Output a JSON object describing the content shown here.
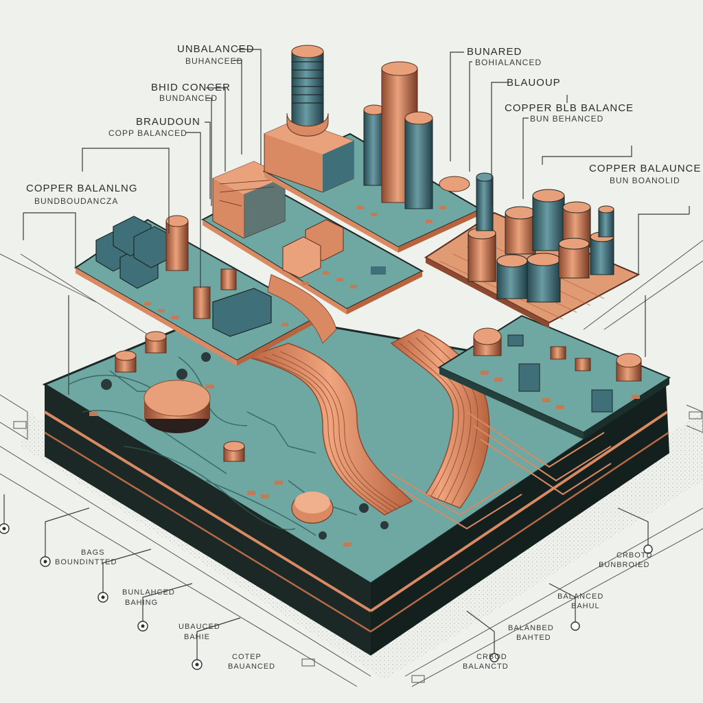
{
  "diagram": {
    "background_color": "#eef1ec",
    "colors": {
      "copper": "#d98a63",
      "copper_dark": "#a55a3a",
      "board_teal": "#6fa7a2",
      "board_dark": "#1c2826",
      "component_teal": "#4f8590"
    },
    "top_labels": [
      {
        "line1": "UNBALANCED",
        "line2": "BUHANCEED"
      },
      {
        "line1": "BUNARED",
        "line2": "BOHIALANCED"
      },
      {
        "line1": "BHID CONCER",
        "line2": "BUNDANCED"
      },
      {
        "line1": "BLAUOUP",
        "line2": ""
      },
      {
        "line1": "BRAUDOUN",
        "line2": "COPP BALANCED"
      },
      {
        "line1": "COPPER BLB BALANCE",
        "line2": "BUN BEHANCED"
      },
      {
        "line1": "COPPER BALANLNG",
        "line2": "BUNDBOUDANCZA"
      },
      {
        "line1": "COPPER BALAUNCE",
        "line2": "BUN BOANOLID"
      }
    ],
    "bottom_labels": [
      {
        "line1": "BAGS",
        "line2": "BOUNDINTTED"
      },
      {
        "line1": "CRBOTD",
        "line2": "BUNBROIED"
      },
      {
        "line1": "BUNLAHCED",
        "line2": "BAHING"
      },
      {
        "line1": "BALANCED",
        "line2": "BAHUL"
      },
      {
        "line1": "UBAUCED",
        "line2": "BAHIE"
      },
      {
        "line1": "BALANBED",
        "line2": "BAHTED"
      },
      {
        "line1": "COTEP",
        "line2": "BAUANCED"
      },
      {
        "line1": "CRBOD",
        "line2": "BALANCTD"
      }
    ]
  }
}
